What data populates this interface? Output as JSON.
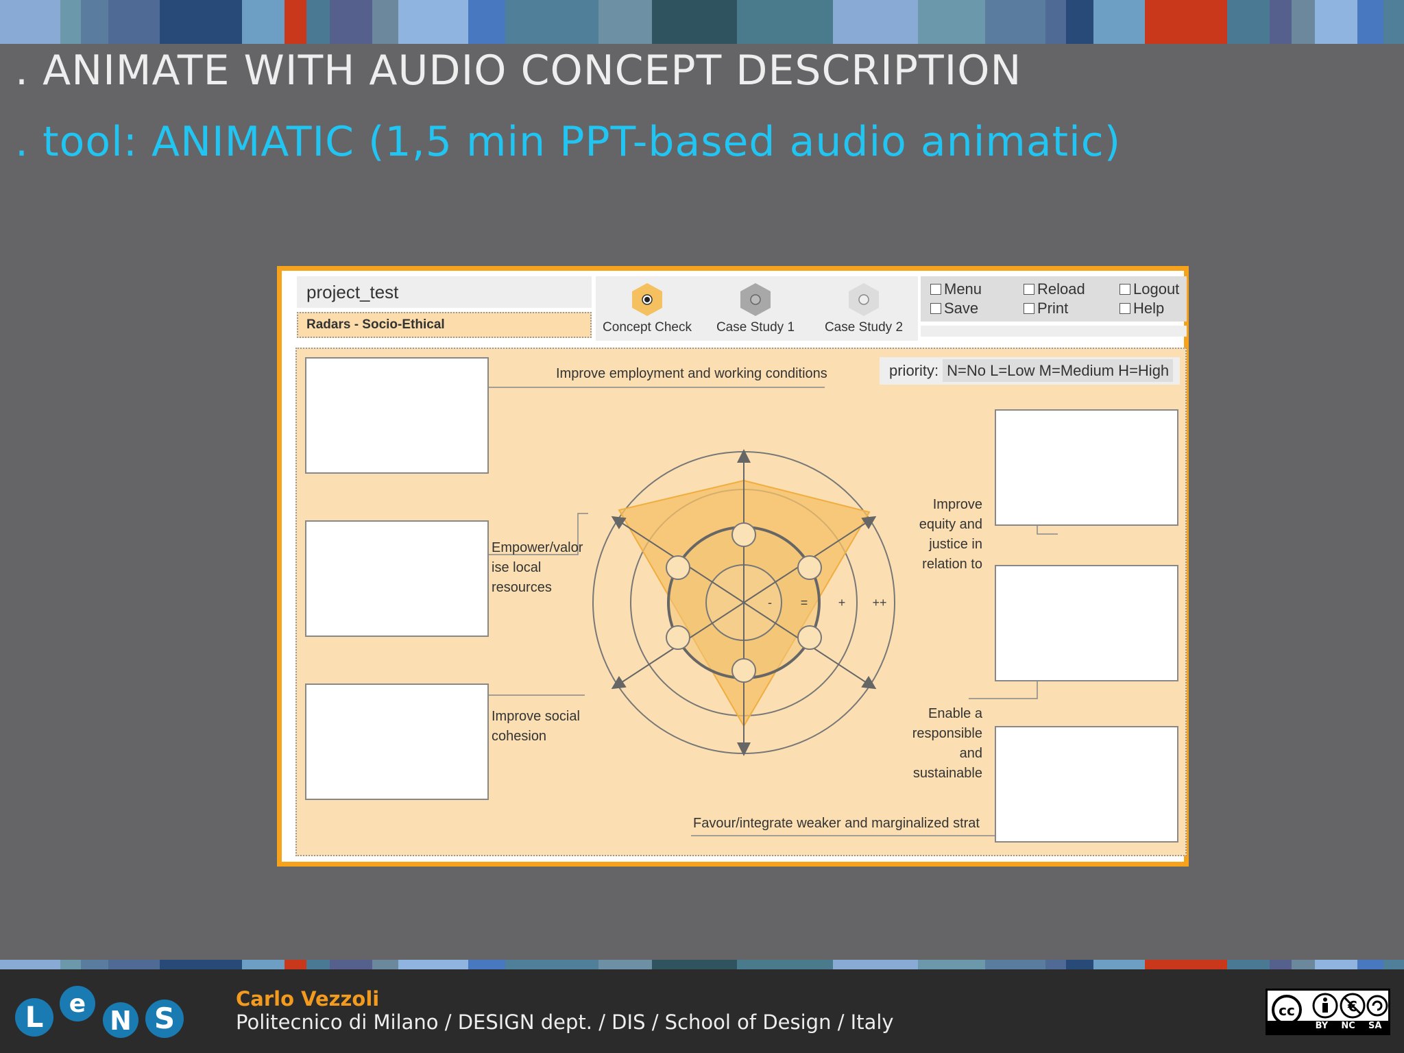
{
  "slide": {
    "title": ". ANIMATE WITH AUDIO CONCEPT DESCRIPTION",
    "subtitle": ". tool: ANIMATIC (1,5 min PPT-based  audio animatic)"
  },
  "stripe_colors": [
    "#8aaad6",
    "#6c98ab",
    "#5a7d9f",
    "#4f6a94",
    "#274a78",
    "#6d9ec4",
    "#c9381b",
    "#4a7a93",
    "#56608d",
    "#6b889d",
    "#8fb4e0",
    "#4878c0",
    "#4f7f99",
    "#6e90a4",
    "#30545f",
    "#4a7b8d"
  ],
  "app": {
    "project_name": "project_test",
    "radar_label": "Radars - Socio-Ethical",
    "case_tabs": [
      {
        "label": "Concept Check",
        "icon": "hexagon-radio-selected-icon",
        "color": "#f5c060"
      },
      {
        "label": "Case Study 1",
        "icon": "hexagon-radio-icon",
        "color": "#a8a8a8"
      },
      {
        "label": "Case Study 2",
        "icon": "hexagon-radio-icon",
        "color": "#dcdcdc"
      }
    ],
    "menu": {
      "menu": "Menu",
      "save": "Save",
      "reload": "Reload",
      "print": "Print",
      "logout": "Logout",
      "help": "Help"
    },
    "priority": {
      "label": "priority:",
      "levels": "N=No  L=Low  M=Medium  H=High"
    },
    "axes": {
      "top": "Improve employment and working conditions",
      "upper_left": "Empower/valor ise local resources",
      "upper_left_lines": [
        "Empower/valor",
        "ise local",
        "resources"
      ],
      "lower_left_lines": [
        "Improve social",
        "cohesion"
      ],
      "upper_right_lines": [
        "Improve",
        "equity and",
        "justice in",
        "relation to"
      ],
      "lower_right_lines": [
        "Enable a",
        "responsible",
        "and",
        "sustainable"
      ],
      "bottom": "Favour/integrate weaker and marginalized strat"
    },
    "scale": {
      "s0": "-",
      "s1": "=",
      "s2": "+",
      "s3": "++"
    }
  },
  "footer": {
    "logo_text": "LeNS",
    "author": "Carlo Vezzoli",
    "affiliation": "Politecnico di Milano / DESIGN dept. / DIS / School of Design / Italy",
    "license": {
      "by": "BY",
      "nc": "NC",
      "sa": "SA"
    }
  }
}
